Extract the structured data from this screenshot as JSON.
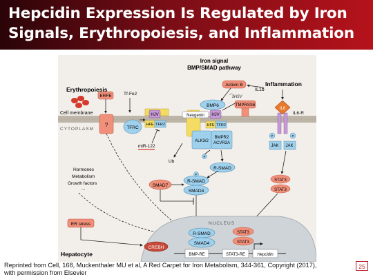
{
  "slide": {
    "title_line1": "Hepcidin Expression Is Regulated by Iron",
    "title_line2": "Signals, Erythropoiesis, and Inflammation",
    "credit_line1": "Reprinted from Cell, 168, Muckenthaler MU et al,  A Red Carpet for Iron Metabolism, 344-361, Copyright (2017),",
    "credit_line2": "with permission from Elsevier",
    "page_number": "25"
  },
  "diagram": {
    "headers": {
      "iron_signal_l1": "Iron signal",
      "iron_signal_l2": "BMP/SMAD pathway",
      "erythropoiesis": "Erythropoiesis",
      "inflammation": "Inflammation",
      "il1b": "IL1b"
    },
    "labels": {
      "cell_membrane": "Cell membrane",
      "cytoplasm": "CYTOPLASM",
      "nucleus": "NUCLEUS",
      "hepatocyte": "Hepatocyte",
      "tf_fe2": "Tf-Fe2",
      "hormones": "Hormones",
      "metabolism": "Metabolism",
      "growth_factors": "Growth factors",
      "ellipsis": "...",
      "ub": "Ub",
      "il6r": "IL6-R",
      "mir122": "miR-122"
    },
    "nodes": {
      "erfe": "ERFE",
      "unknown_receptor": "?",
      "tfrc": "TFRC",
      "hjv_left": "HJV",
      "hfe_left": "HFE",
      "tfr2_left": "TFR2",
      "activin_b": "Activin B",
      "shjv": "sHJV",
      "bmp6": "BMP6",
      "neogenin": "Neogenin",
      "hjv_right": "HJV",
      "hfe_right": "HFE",
      "tfr2_right": "TFR2",
      "tmprss6": "TMPRSS6",
      "il6": "IL6",
      "alk": "ALK3/2",
      "bmpr2_l1": "BMPR2",
      "bmpr2_l2": "ACVR2A",
      "jak_left": "JAK",
      "jak_right": "JAK",
      "r_smad_free": "R-SMAD",
      "smad7": "SMAD7",
      "complex_r_smad": "R-SMAD",
      "complex_smad4": "SMAD4",
      "stat3_top": "STAT3",
      "stat3_bottom": "STAT3",
      "er_stress": "ER stress",
      "creb_h": "CREBH",
      "nuc_r_smad": "R-SMAD",
      "nuc_smad4": "SMAD4",
      "nuc_stat3_top": "STAT3",
      "nuc_stat3_bottom": "STAT3",
      "bmp_re": "BMP-RE",
      "stat3_re": "STAT3-RE",
      "hepcidin_gene": "Hepcidin",
      "phospho": "P"
    },
    "colors": {
      "title_dark": "#2a0408",
      "title_red": "#b5121b",
      "background": "#f2eeea",
      "membrane": "#bdb6a8",
      "salmon": "#f0907a",
      "blue": "#9fd0ec",
      "yellow": "#f4dc63",
      "purple_receptor": "#c69ad6",
      "il6_orange": "#e97a2c",
      "nucleus": "#cfd4d8"
    }
  }
}
